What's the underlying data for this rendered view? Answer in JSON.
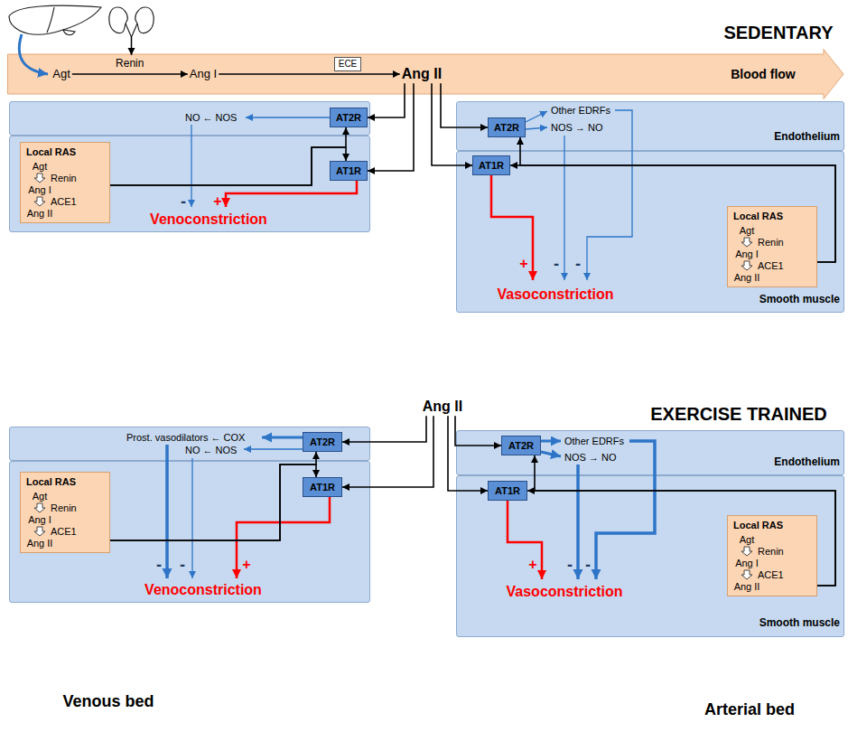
{
  "diagram": {
    "nodes": [
      {
        "text": [
          "Blood flow"
        ]
      },
      {
        "text": [
          "Agt"
        ],
        "in": 0
      },
      {
        "text": [
          "Ang I"
        ],
        "in": 0
      },
      {
        "text": [
          "ECE"
        ],
        "in": 0
      },
      {
        "text": [
          "Ang II"
        ],
        "in": 0
      },
      {
        "text": [
          "NO ← NOS"
        ]
      },
      {
        "text": [
          "AT2R"
        ],
        "in": 5
      },
      {
        "text": [
          "Venoconstriction"
        ]
      },
      {
        "text": [
          "Local RAS",
          "Agt",
          "Renin",
          "Ang I",
          "ACE1",
          "Ang II"
        ],
        "in": 7
      },
      {
        "text": [
          "AT1R"
        ],
        "in": 7
      },
      {
        "text": [
          "Other EDRFs",
          "NOS → NO",
          "Endothelium"
        ]
      },
      {
        "text": [
          "AT2R"
        ],
        "in": 10
      },
      {
        "text": [
          "Vasoconstriction",
          "Smooth muscle"
        ]
      },
      {
        "text": [
          "AT1R"
        ],
        "in": 12
      },
      {
        "text": [
          "Local RAS",
          "Agt",
          "Renin",
          "Ang I",
          "ACE1",
          "Ang II"
        ],
        "in": 12
      },
      {
        "text": [
          "Ang II"
        ]
      },
      {
        "text": [
          "Prost. vasodilators ← COX",
          "NO ← NOS"
        ]
      },
      {
        "text": [
          "AT2R"
        ],
        "in": 16
      },
      {
        "text": [
          "Venoconstriction"
        ]
      },
      {
        "text": [
          "Local RAS",
          "Agt",
          "Renin",
          "Ang I",
          "ACE1",
          "Ang II"
        ],
        "in": 18
      },
      {
        "text": [
          "AT1R"
        ],
        "in": 18
      },
      {
        "text": [
          "Other EDRFs",
          "NOS → NO",
          "Endothelium"
        ]
      },
      {
        "text": [
          "AT2R"
        ],
        "in": 21
      },
      {
        "text": [
          "Vasoconstriction",
          "Smooth muscle"
        ]
      },
      {
        "text": [
          "AT1R"
        ],
        "in": 23
      },
      {
        "text": [
          "Local RAS",
          "Agt",
          "Renin",
          "Ang I",
          "ACE1",
          "Ang II"
        ],
        "in": 23
      }
    ],
    "edges": [
      {
        "from": 1,
        "to": 2,
        "label": "Renin",
        "arrow": "to"
      },
      {
        "from": 2,
        "to": 4,
        "arrow": "to"
      },
      {
        "from": 4,
        "to": 6,
        "arrow": "to"
      },
      {
        "from": 4,
        "to": 9,
        "arrow": "to"
      },
      {
        "from": 4,
        "to": 11,
        "arrow": "to"
      },
      {
        "from": 4,
        "to": 13,
        "arrow": "to"
      },
      {
        "from": 8,
        "to": 9,
        "arrow": "to"
      },
      {
        "from": 8,
        "to": 6,
        "arrow": "to"
      },
      {
        "from": 14,
        "to": 13,
        "arrow": "to"
      },
      {
        "from": 14,
        "to": 11,
        "arrow": "to"
      },
      {
        "from": 15,
        "to": 17,
        "arrow": "to"
      },
      {
        "from": 15,
        "to": 20,
        "arrow": "to"
      },
      {
        "from": 15,
        "to": 22,
        "arrow": "to"
      },
      {
        "from": 15,
        "to": 24,
        "arrow": "to"
      },
      {
        "from": 19,
        "to": 20,
        "arrow": "to"
      },
      {
        "from": 19,
        "to": 17,
        "arrow": "to"
      },
      {
        "from": 25,
        "to": 24,
        "arrow": "to"
      },
      {
        "from": 25,
        "to": 22,
        "arrow": "to"
      }
    ],
    "labels": [
      "SEDENTARY",
      "-",
      "+",
      "+",
      "-",
      "-",
      "EXERCISE TRAINED",
      "-",
      "-",
      "+",
      "+",
      "-",
      "-",
      "Venous bed",
      "Arterial bed"
    ]
  }
}
